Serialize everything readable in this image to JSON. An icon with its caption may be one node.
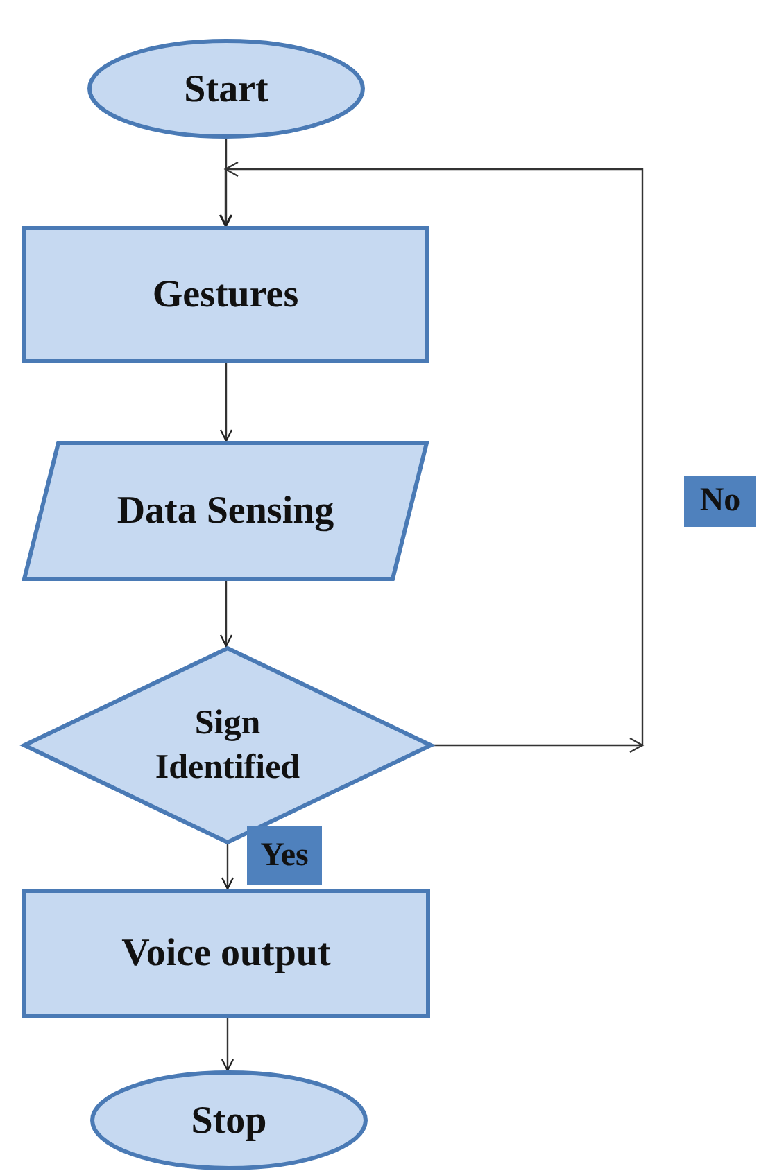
{
  "diagram": {
    "nodes": [
      {
        "text": [
          "Start"
        ]
      },
      {
        "text": [
          "Gestures"
        ]
      },
      {
        "text": [
          "Data Sensing"
        ]
      },
      {
        "text": [
          "Sign Identified"
        ]
      },
      {
        "text": [
          "Voice output"
        ]
      },
      {
        "text": [
          "Stop"
        ]
      }
    ],
    "edges": [
      {
        "from": 0,
        "to": 1,
        "arrow": "to"
      },
      {
        "from": 1,
        "to": 2,
        "arrow": "to"
      },
      {
        "from": 2,
        "to": 3,
        "arrow": "to"
      },
      {
        "from": 3,
        "to": 4,
        "label": "Yes",
        "arrow": "to"
      },
      {
        "from": 4,
        "to": 5,
        "arrow": "to"
      },
      {
        "from": 3,
        "to": 1,
        "label": "No",
        "arrow": "to"
      }
    ]
  }
}
